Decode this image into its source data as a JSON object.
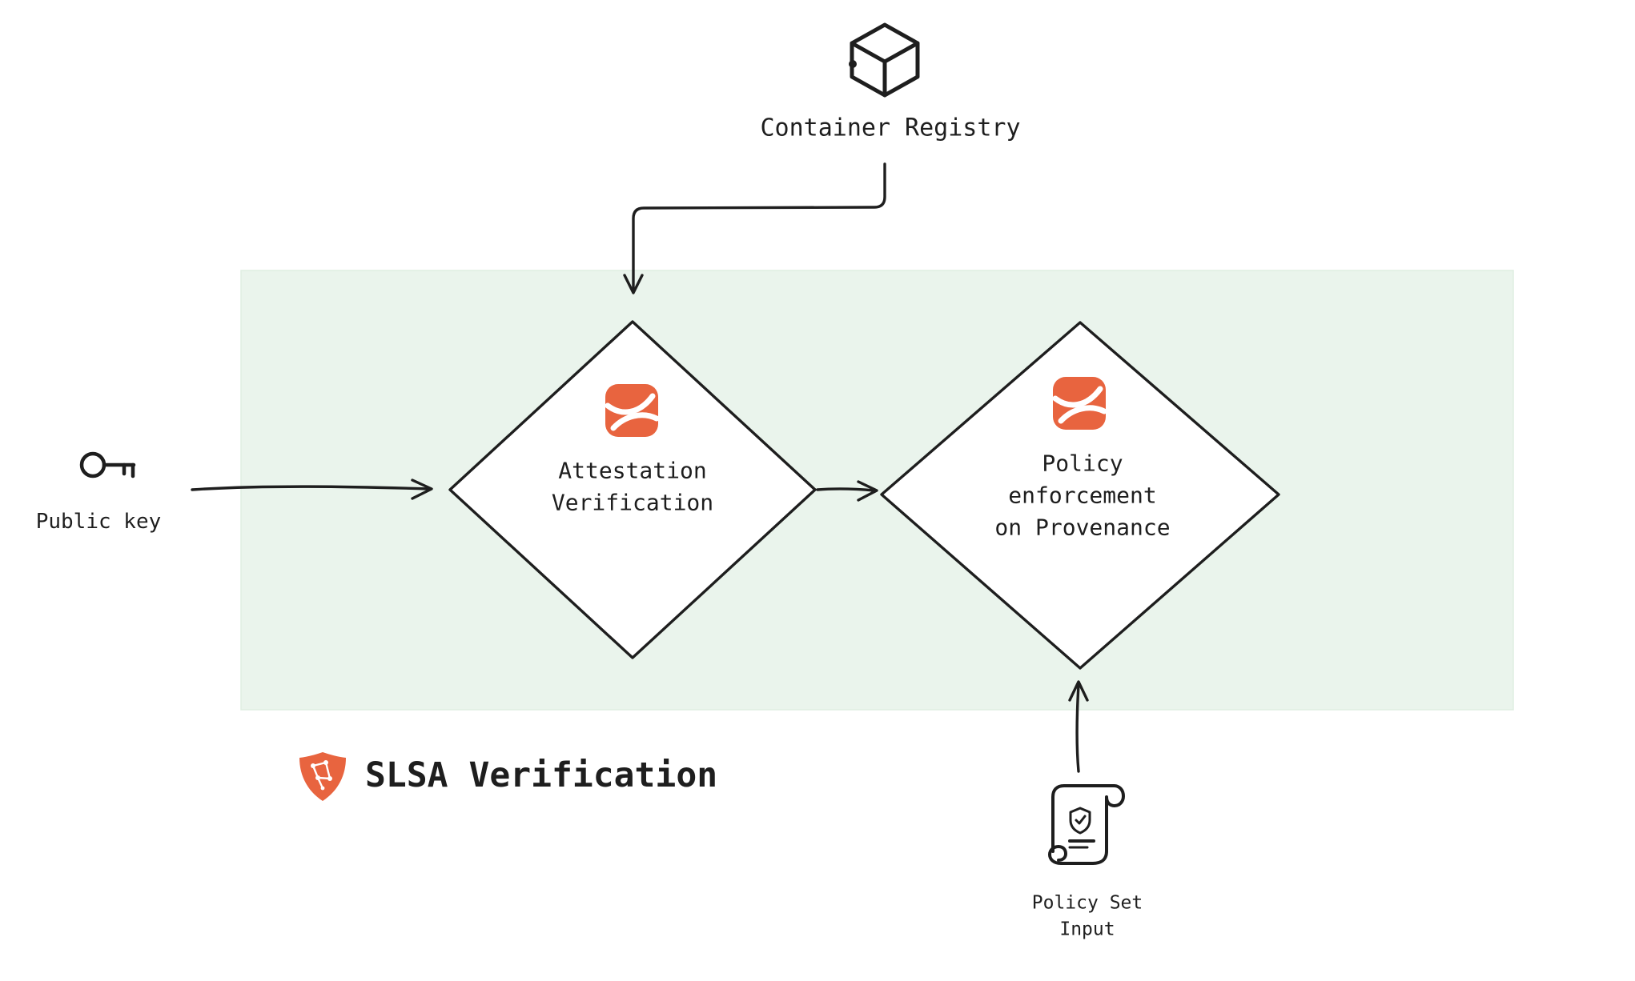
{
  "title": "SLSA Verification",
  "colors": {
    "orange": "#e8643f",
    "green_box": "#eaf4ec",
    "line": "#1e1e1e",
    "background": "#ffffff"
  },
  "nodes": {
    "container_registry": {
      "label": "Container Registry",
      "icon": "cube-3d-icon"
    },
    "public_key": {
      "label": "Public key",
      "icon": "key-icon"
    },
    "attestation_verification": {
      "label": "Attestation\nVerification",
      "icon": "orange-attestation-badge-icon"
    },
    "policy_enforcement": {
      "label": "Policy\nenforcement\non Provenance",
      "icon": "orange-attestation-badge-icon"
    },
    "slsa_verification": {
      "label": "SLSA Verification",
      "icon": "slsa-shield-icon"
    },
    "policy_set_input": {
      "label": "Policy Set\nInput",
      "icon": "policy-scroll-icon"
    }
  },
  "edges": [
    {
      "from": "container_registry",
      "to": "attestation_verification"
    },
    {
      "from": "public_key",
      "to": "attestation_verification"
    },
    {
      "from": "attestation_verification",
      "to": "policy_enforcement"
    },
    {
      "from": "policy_set_input",
      "to": "policy_enforcement"
    }
  ]
}
